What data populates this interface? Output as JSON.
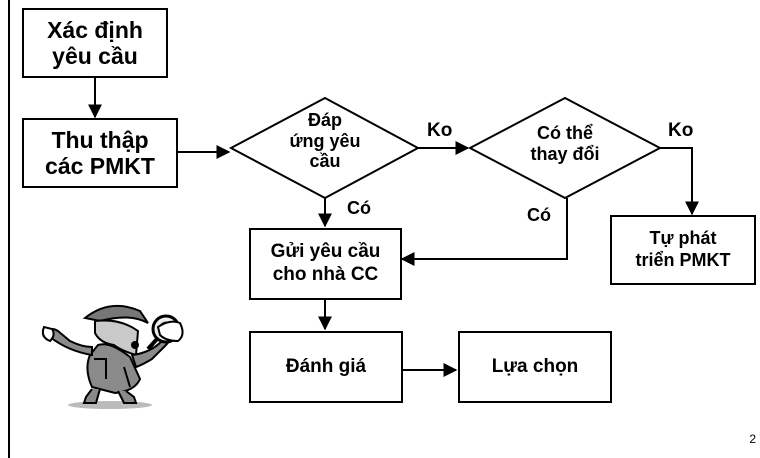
{
  "flowchart": {
    "xac_dinh": "Xác định\nyêu cầu",
    "thu_thap": "Thu thập\ncác PMKT",
    "dap_ung": "Đáp\nứng yêu\ncầu",
    "co_the": "Có thể\nthay đổi",
    "gui_yeu_cau": "Gửi yêu cầu\ncho nhà CC",
    "tu_phat_trien": "Tự phát\ntriển PMKT",
    "danh_gia": "Đánh giá",
    "lua_chon": "Lựa chọn",
    "label_ko_1": "Ko",
    "label_ko_2": "Ko",
    "label_co_1": "Có",
    "label_co_2": "Có"
  },
  "page_number": "2",
  "icons": {
    "detective": "detective-with-magnifier-icon"
  }
}
